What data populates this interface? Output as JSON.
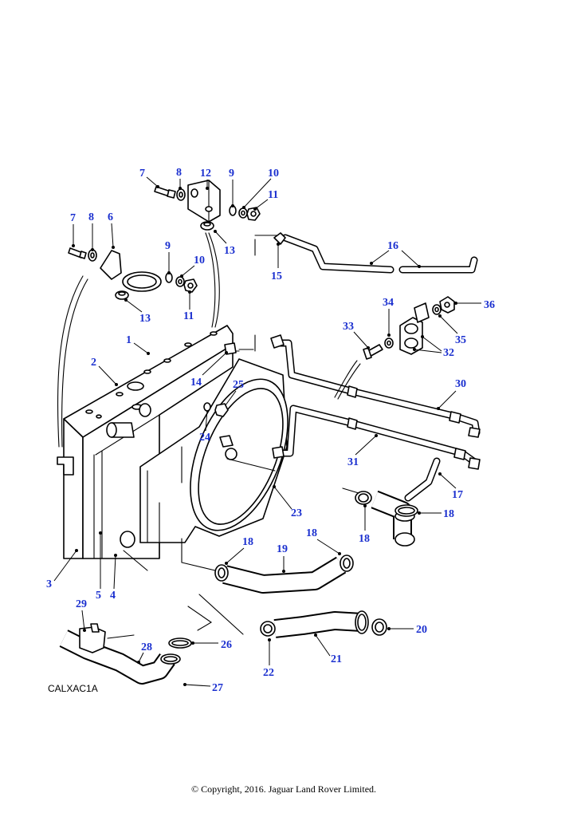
{
  "diagram": {
    "drawing_code": "CALXAC1A",
    "copyright": "© Copyright, 2016. Jaguar Land Rover Limited.",
    "callout_color": "#1a2fcf",
    "callouts": [
      "1",
      "2",
      "3",
      "4",
      "5",
      "6",
      "7",
      "7",
      "8",
      "8",
      "9",
      "9",
      "10",
      "10",
      "11",
      "11",
      "12",
      "13",
      "13",
      "14",
      "15",
      "16",
      "17",
      "18",
      "18",
      "18",
      "19",
      "20",
      "21",
      "22",
      "23",
      "24",
      "25",
      "26",
      "27",
      "28",
      "29",
      "30",
      "31",
      "32",
      "33",
      "34",
      "35",
      "36"
    ]
  }
}
